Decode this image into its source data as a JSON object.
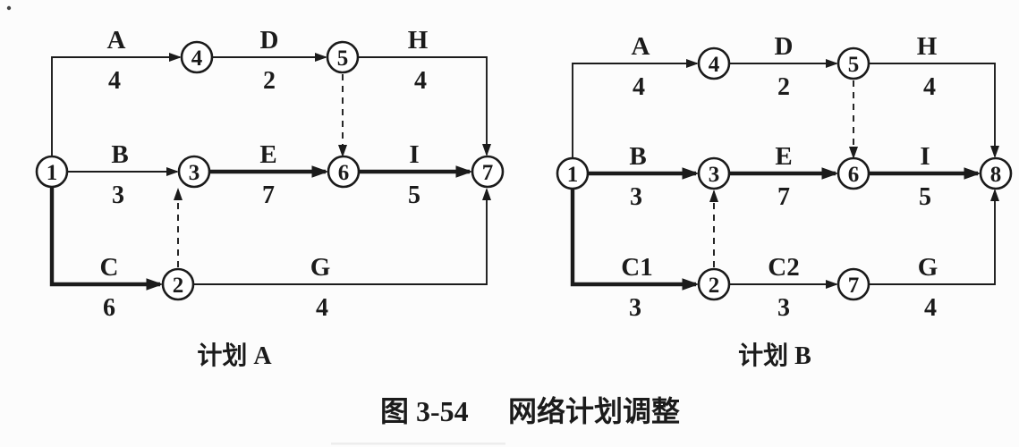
{
  "figure": {
    "caption_number": "图 3-54",
    "caption_title": "网络计划调整",
    "caption_color": "#2878bf"
  },
  "plan_a": {
    "title": "计划 A",
    "nodes": {
      "n1": "1",
      "n2": "2",
      "n3": "3",
      "n4": "4",
      "n5": "5",
      "n6": "6",
      "n7": "7"
    },
    "activities": {
      "A": {
        "name": "A",
        "duration": "4",
        "from": "1",
        "to": "4"
      },
      "D": {
        "name": "D",
        "duration": "2",
        "from": "4",
        "to": "5"
      },
      "H": {
        "name": "H",
        "duration": "4",
        "from": "5",
        "to": "7"
      },
      "B": {
        "name": "B",
        "duration": "3",
        "from": "1",
        "to": "3"
      },
      "E": {
        "name": "E",
        "duration": "7",
        "from": "3",
        "to": "6"
      },
      "I": {
        "name": "I",
        "duration": "5",
        "from": "6",
        "to": "7"
      },
      "C": {
        "name": "C",
        "duration": "6",
        "from": "1",
        "to": "2"
      },
      "G": {
        "name": "G",
        "duration": "4",
        "from": "2",
        "to": "7"
      }
    },
    "dummies": [
      {
        "from": "5",
        "to": "6"
      },
      {
        "from": "2",
        "to": "3"
      }
    ]
  },
  "plan_b": {
    "title": "计划 B",
    "nodes": {
      "n1": "1",
      "n2": "2",
      "n3": "3",
      "n4": "4",
      "n5": "5",
      "n6": "6",
      "n7": "7",
      "n8": "8"
    },
    "activities": {
      "A": {
        "name": "A",
        "duration": "4",
        "from": "1",
        "to": "4"
      },
      "D": {
        "name": "D",
        "duration": "2",
        "from": "4",
        "to": "5"
      },
      "H": {
        "name": "H",
        "duration": "4",
        "from": "5",
        "to": "8"
      },
      "B": {
        "name": "B",
        "duration": "3",
        "from": "1",
        "to": "3"
      },
      "E": {
        "name": "E",
        "duration": "7",
        "from": "3",
        "to": "6"
      },
      "I": {
        "name": "I",
        "duration": "5",
        "from": "6",
        "to": "8"
      },
      "C1": {
        "name": "C1",
        "duration": "3",
        "from": "1",
        "to": "2"
      },
      "C2": {
        "name": "C2",
        "duration": "3",
        "from": "2",
        "to": "7"
      },
      "G": {
        "name": "G",
        "duration": "4",
        "from": "7",
        "to": "8"
      }
    },
    "dummies": [
      {
        "from": "5",
        "to": "6"
      },
      {
        "from": "2",
        "to": "3"
      }
    ]
  }
}
